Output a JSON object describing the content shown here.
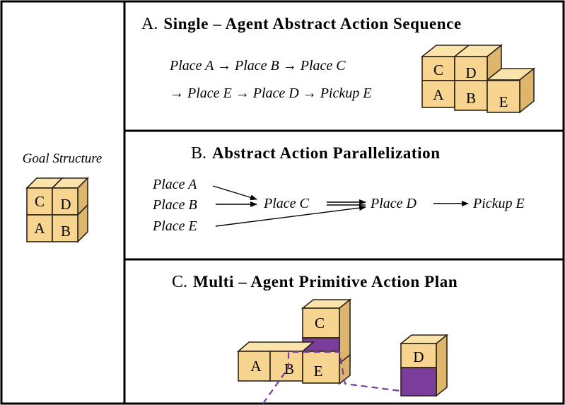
{
  "goal": {
    "label": "Goal Structure",
    "blocks": [
      "C",
      "D",
      "A",
      "B"
    ]
  },
  "panel_a": {
    "letter": "A.",
    "title": "Single – Agent Abstract Action Sequence",
    "line1": "Place A → Place B → Place C",
    "line2": "→ Place E → Place D → Pickup E",
    "blocks": [
      "C",
      "D",
      "A",
      "B",
      "E"
    ]
  },
  "panel_b": {
    "letter": "B.",
    "title": "Abstract Action Parallelization",
    "nodes": [
      "Place A",
      "Place B",
      "Place E",
      "Place C",
      "Place D",
      "Pickup E"
    ]
  },
  "panel_c": {
    "letter": "C.",
    "title": "Multi – Agent  Primitive Action Plan",
    "blocks": [
      "A",
      "B",
      "E",
      "C",
      "D"
    ]
  },
  "colors": {
    "block": "#f7d591",
    "agent_purple": "#7a3d9b",
    "path": "#7a3d9b"
  }
}
